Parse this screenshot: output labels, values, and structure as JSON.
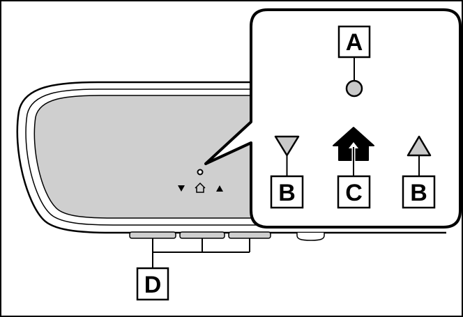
{
  "labels": {
    "a": "A",
    "b_left": "B",
    "c": "C",
    "b_right": "B",
    "d": "D"
  },
  "colors": {
    "outline": "#000000",
    "mirror_glass": "#cfcfcf",
    "indicator_gray": "#c9c9c9",
    "background": "#ffffff"
  },
  "icons": {
    "indicator_light": "circle-icon",
    "down_button": "triangle-down-icon",
    "home_button": "home-icon",
    "up_button": "triangle-up-icon"
  }
}
